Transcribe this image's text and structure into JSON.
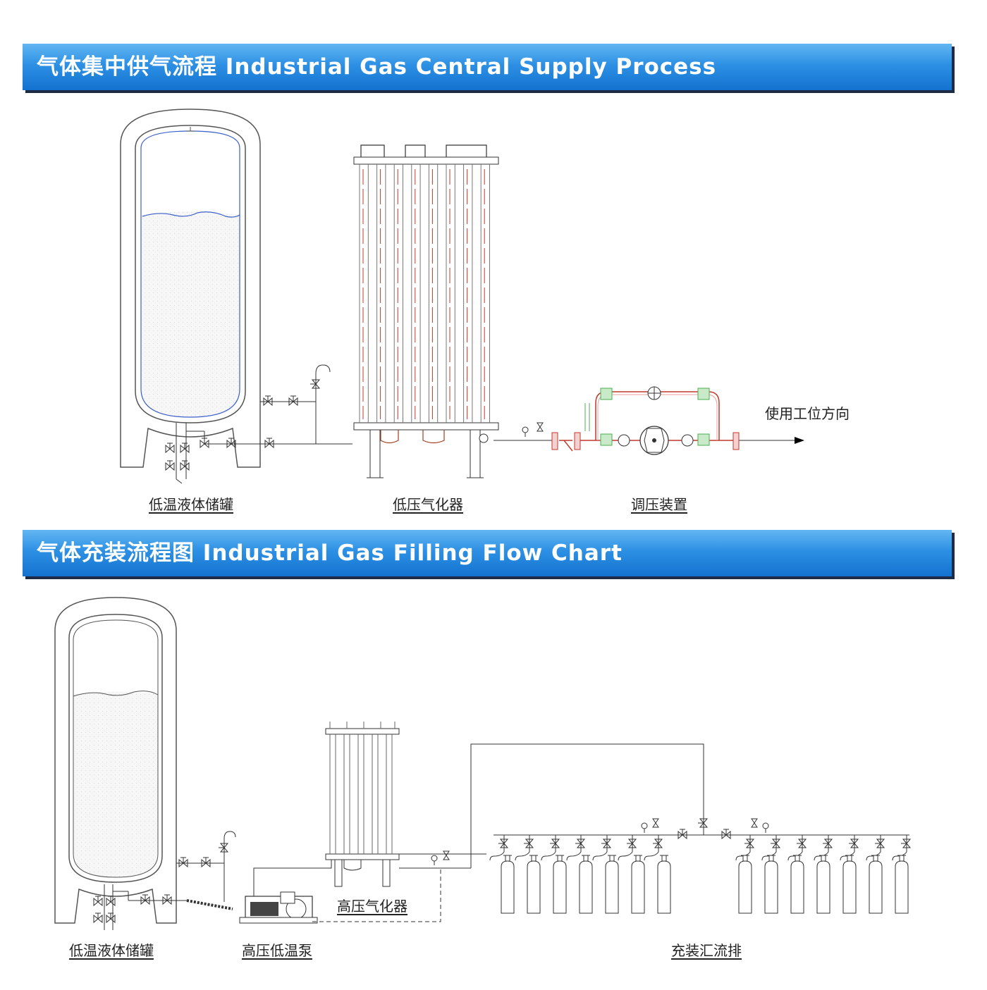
{
  "section1": {
    "title": "气体集中供气流程 Industrial Gas Central Supply Process",
    "labels": {
      "tank": "低温液体储罐",
      "vaporizer": "低压气化器",
      "regulator": "调压装置",
      "direction": "使用工位方向"
    }
  },
  "section2": {
    "title": "气体充装流程图 Industrial Gas Filling Flow Chart",
    "labels": {
      "tank": "低温液体储罐",
      "pump": "高压低温泵",
      "vaporizer": "高压气化器",
      "manifold": "充装汇流排"
    }
  },
  "colors": {
    "banner_top": "#63b7f2",
    "banner_bottom": "#1372cf",
    "liquid_line": "#3a5fc8",
    "heat_tube": "#c0392b",
    "valve_green": "#4caf50"
  }
}
